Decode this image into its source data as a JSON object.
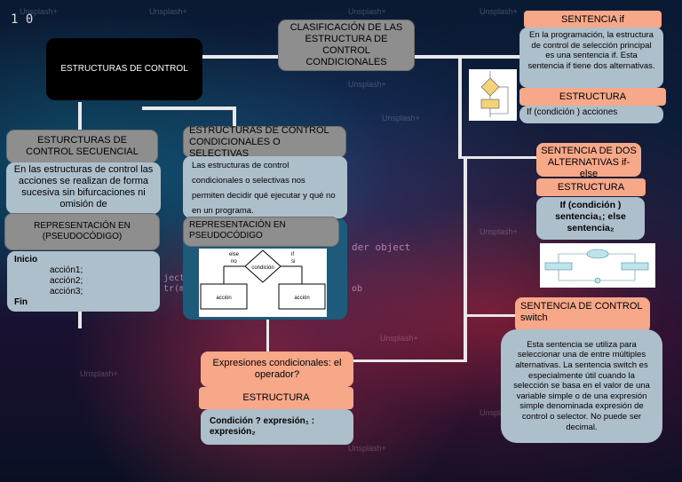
{
  "background": {
    "top_digits": "1 0",
    "code_snippets": [
      "der object",
      "jects",
      "tr(mo",
      "ob"
    ],
    "watermark": "Unsplash+"
  },
  "nodes": {
    "root": "ESTRUCTURAS DE CONTROL",
    "clasificacion": "CLASIFICACIÓN DE LAS ESTRUCTURA DE CONTROL CONDICIONALES",
    "secuencial_title": "ESTURCTURAS DE CONTROL SECUENCIAL",
    "secuencial_desc": "En las estructuras de control las acciones se realizan de forma sucesiva sin bifurcaciones ni omisión de",
    "pseudo_title": "REPRESENTACIÓN EN (PSEUDOCÓDIGO)",
    "pseudo_code": [
      "Inicio",
      "acción1;",
      "acción2;",
      "acción3;",
      "Fin"
    ],
    "selectivas_title": "ESTRUCTURAS DE CONTROL CONDICIONALES O SELECTIVAS",
    "selectivas_desc": "Las estructuras de control condicionales o selectivas nos permiten decidir qué ejecutar y qué no en un programa.",
    "selectivas_pseudo_title": "REPRESENTACIÓN EN PSEUDOCÓDIGO",
    "flow_labels": {
      "else": "else",
      "no": "no",
      "if": "if",
      "si": "si",
      "condicion": "condición",
      "accion_left": "acción",
      "accion_right": "acción"
    },
    "if_title": "SENTENCIA if",
    "if_desc": "En la programación, la estructura de control de selección principal es una sentencia if. Esta sentencia if tiene dos alternativas.",
    "if_estructura_title": "ESTRUCTURA",
    "if_estructura": "If   (condición )  acciones",
    "dos_title": "SENTENCIA DE DOS ALTERNATIVAS if-else",
    "dos_estructura_title": "ESTRUCTURA",
    "dos_estructura": "If   (condición )  sentencia₁;  else  sentencia₂",
    "switch_title": "SENTENCIA DE CONTROL switch",
    "switch_desc": "Esta sentencia se utiliza para seleccionar una de entre múltiples alternativas. La sentencia switch es especialmente útil cuando la selección se basa en el valor de una variable simple o de una expresión simple denominada expresión de control o selector. No puede ser decimal.",
    "expresiones_title": "Expresiones condicionales: el operador?",
    "exp_estructura_title": "ESTRUCTURA",
    "exp_estructura": "Condición  ?  expresión₁  :  expresión₂"
  }
}
